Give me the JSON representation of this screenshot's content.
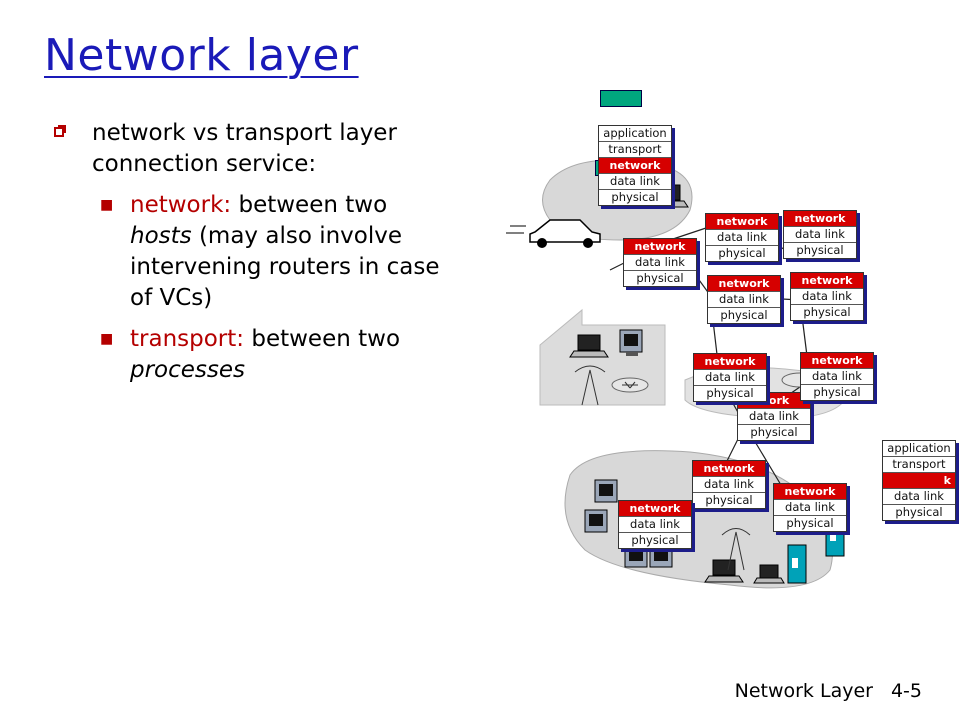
{
  "slide": {
    "title": "Network layer",
    "bullet1": "network vs transport layer connection service:",
    "sub1_kw": "network:",
    "sub1_a": " between two ",
    "sub1_em": "hosts",
    "sub1_b": " (may also involve intervening routers in case of VCs)",
    "sub2_kw": "transport:",
    "sub2_a": " between two ",
    "sub2_em": "processes"
  },
  "footer": {
    "label": "Network Layer",
    "page": "4-5"
  },
  "layers": {
    "application": "application",
    "transport": "transport",
    "network": "network",
    "datalink": "data link",
    "physical": "physical",
    "net_partial": "work",
    "net_partial2": "k"
  },
  "colors": {
    "title": "#1a1ab8",
    "accent": "#b40000",
    "network_layer": "#d60000",
    "packet": "#00a67e",
    "cloud": "#d8d8d8"
  }
}
